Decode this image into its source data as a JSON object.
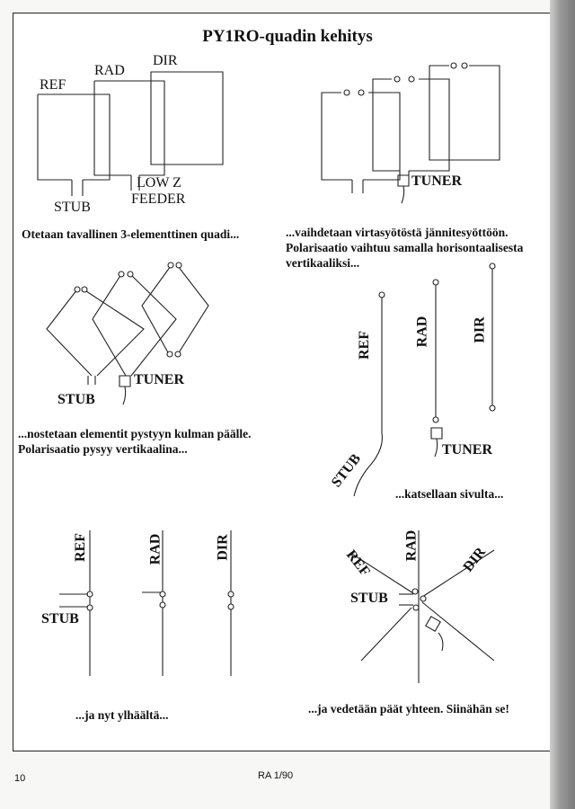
{
  "title": "PY1RO-quadin kehitys",
  "panel1": {
    "ref": "REF",
    "rad": "RAD",
    "dir": "DIR",
    "stub": "STUB",
    "low_z": "LOW Z",
    "feeder": "FEEDER",
    "caption": "Otetaan tavallinen 3-elementtinen quadi..."
  },
  "panel2": {
    "tuner": "TUNER",
    "caption_lines": [
      "...vaihdetaan virtasyötöstä jännitesyöttöön.",
      "Polarisaatio vaihtuu samalla horisontaalisesta",
      "vertikaaliksi..."
    ]
  },
  "panel3": {
    "stub": "STUB",
    "tuner": "TUNER",
    "caption_lines": [
      "...nostetaan elementit pystyyn kulman päälle.",
      "Polarisaatio pysyy vertikaalina..."
    ]
  },
  "panel4": {
    "ref": "REF",
    "rad": "RAD",
    "dir": "DIR",
    "stub": "STUB",
    "tuner": "TUNER",
    "caption": "...katsellaan sivulta..."
  },
  "panel5": {
    "ref": "REF",
    "rad": "RAD",
    "dir": "DIR",
    "stub": "STUB",
    "caption": "...ja nyt ylhäältä..."
  },
  "panel6": {
    "ref": "REF",
    "rad": "RAD",
    "dir": "DIR",
    "stub": "STUB",
    "caption": "...ja vedetään päät yhteen. Siinähän se!"
  },
  "footer": {
    "page_number": "10",
    "issue": "RA 1/90"
  }
}
